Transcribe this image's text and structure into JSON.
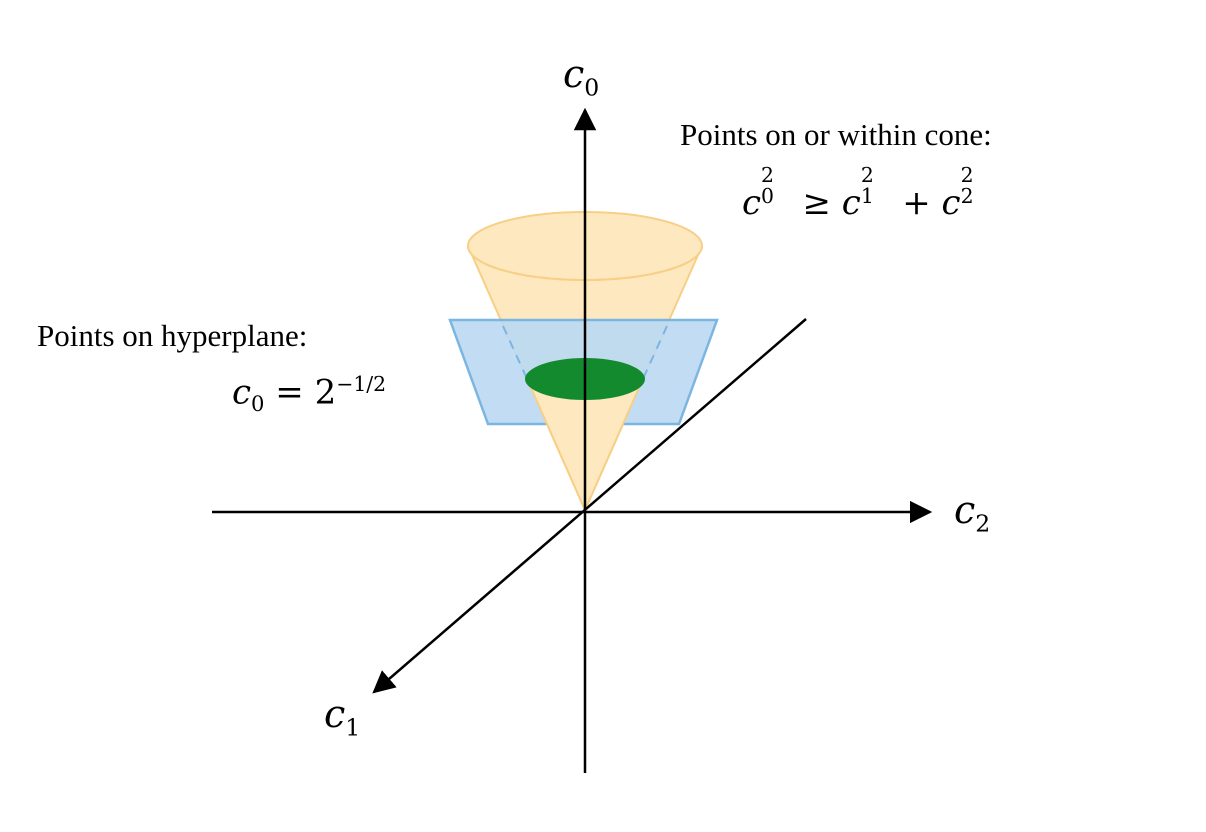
{
  "axes": {
    "c0_label_base": "c",
    "c0_label_sub": "0",
    "c1_label_base": "c",
    "c1_label_sub": "1",
    "c2_label_base": "c",
    "c2_label_sub": "2"
  },
  "cone": {
    "caption": "Points on or within cone:",
    "inequality": {
      "lhs_base": "c",
      "lhs_sup": "2",
      "lhs_sub": "0",
      "relation": "≥",
      "term1_base": "c",
      "term1_sup": "2",
      "term1_sub": "1",
      "plus": "+",
      "term2_base": "c",
      "term2_sup": "2",
      "term2_sub": "2"
    }
  },
  "hyperplane": {
    "caption": "Points on hyperplane:",
    "equation": {
      "lhs_base": "c",
      "lhs_sub": "0",
      "relation": "=",
      "base": "2",
      "exponent": "−1/2"
    }
  },
  "colors": {
    "cone_fill": "#fde8c0",
    "cone_stroke": "#f7cf85",
    "plane_fill": "#bcd9f2",
    "plane_stroke": "#7bb6e3",
    "intersection_fill": "#138a2e",
    "axis": "#000000"
  }
}
